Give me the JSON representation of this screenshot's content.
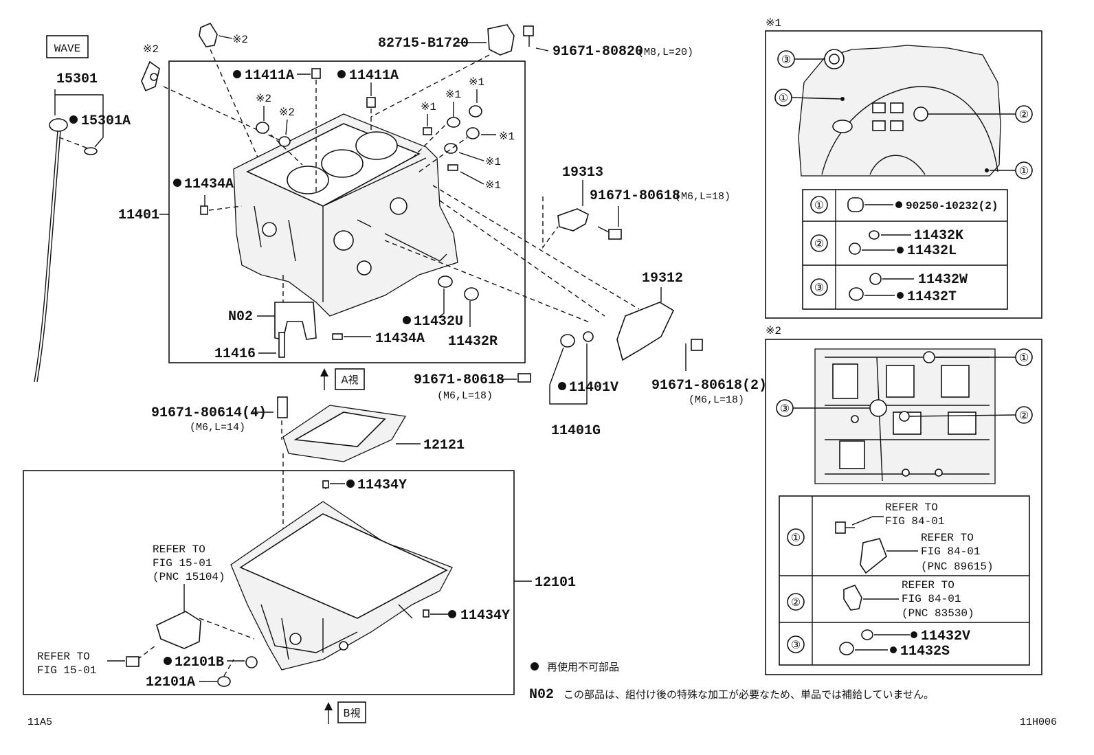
{
  "labels": {
    "wave": "WAVE",
    "p15301": "15301",
    "p15301a": "15301A",
    "mark2_a": "※2",
    "mark2_b": "※2",
    "mark2_c": "※2",
    "mark2_d": "※2",
    "p11411a_1": "11411A",
    "p11411a_2": "11411A",
    "p82715": "82715-B1720",
    "p91671_80820": "91671-80820",
    "p91671_80820_spec": "(M8,L=20)",
    "mark1_a": "※1",
    "mark1_b": "※1",
    "mark1_c": "※1",
    "mark1_d": "※1",
    "mark1_e": "※1",
    "mark1_f": "※1",
    "p11434a_1": "11434A",
    "p11401": "11401",
    "p19313": "19313",
    "p91671_80618_1": "91671-80618",
    "p91671_80618_1_spec": "(M6,L=18)",
    "pN02": "N02",
    "p11432u": "11432U",
    "p11432r": "11432R",
    "p19312": "19312",
    "p11416": "11416",
    "p11434a_2": "11434A",
    "viewA": "A視",
    "p91671_80618_2": "91671-80618",
    "p91671_80618_2_spec": "(M6,L=18)",
    "p11401v": "11401V",
    "p91671_80618_3": "91671-80618(2)",
    "p91671_80618_3_spec": "(M6,L=18)",
    "p91671_80614": "91671-80614(4)",
    "p91671_80614_spec": "(M6,L=14)",
    "p12121": "12121",
    "p11401g": "11401G",
    "p11434y_1": "11434Y",
    "refer1_l1": "REFER TO",
    "refer1_l2": "FIG 15-01",
    "refer1_l3": "(PNC 15104)",
    "p12101": "12101",
    "p11434y_2": "11434Y",
    "refer2_l1": "REFER TO",
    "refer2_l2": "FIG 15-01",
    "p12101b": "12101B",
    "p12101a": "12101A",
    "viewB": "B視",
    "legend_dot": "再使用不可部品",
    "legend_n02_code": "N02",
    "legend_n02_text": "この部品は、組付け後の特殊な加工が必要なため、単品では補給していません。",
    "footer_left": "11A5",
    "footer_right": "11H006"
  },
  "panel1": {
    "title": "※1",
    "c1": "①",
    "c2": "②",
    "c3": "③",
    "r1_num": "①",
    "r1_part": "90250-10232(2)",
    "r2_num": "②",
    "r2_part_a": "11432K",
    "r2_part_b": "11432L",
    "r3_num": "③",
    "r3_part_a": "11432W",
    "r3_part_b": "11432T"
  },
  "panel2": {
    "title": "※2",
    "c1": "①",
    "c2": "②",
    "c3": "③",
    "r1_num": "①",
    "r1_ref_a1": "REFER TO",
    "r1_ref_a2": "FIG 84-01",
    "r1_ref_b1": "REFER TO",
    "r1_ref_b2": "FIG 84-01",
    "r1_ref_b3": "(PNC 89615)",
    "r2_num": "②",
    "r2_ref1": "REFER TO",
    "r2_ref2": "FIG 84-01",
    "r2_ref3": "(PNC 83530)",
    "r3_num": "③",
    "r3_part_a": "11432V",
    "r3_part_b": "11432S"
  }
}
